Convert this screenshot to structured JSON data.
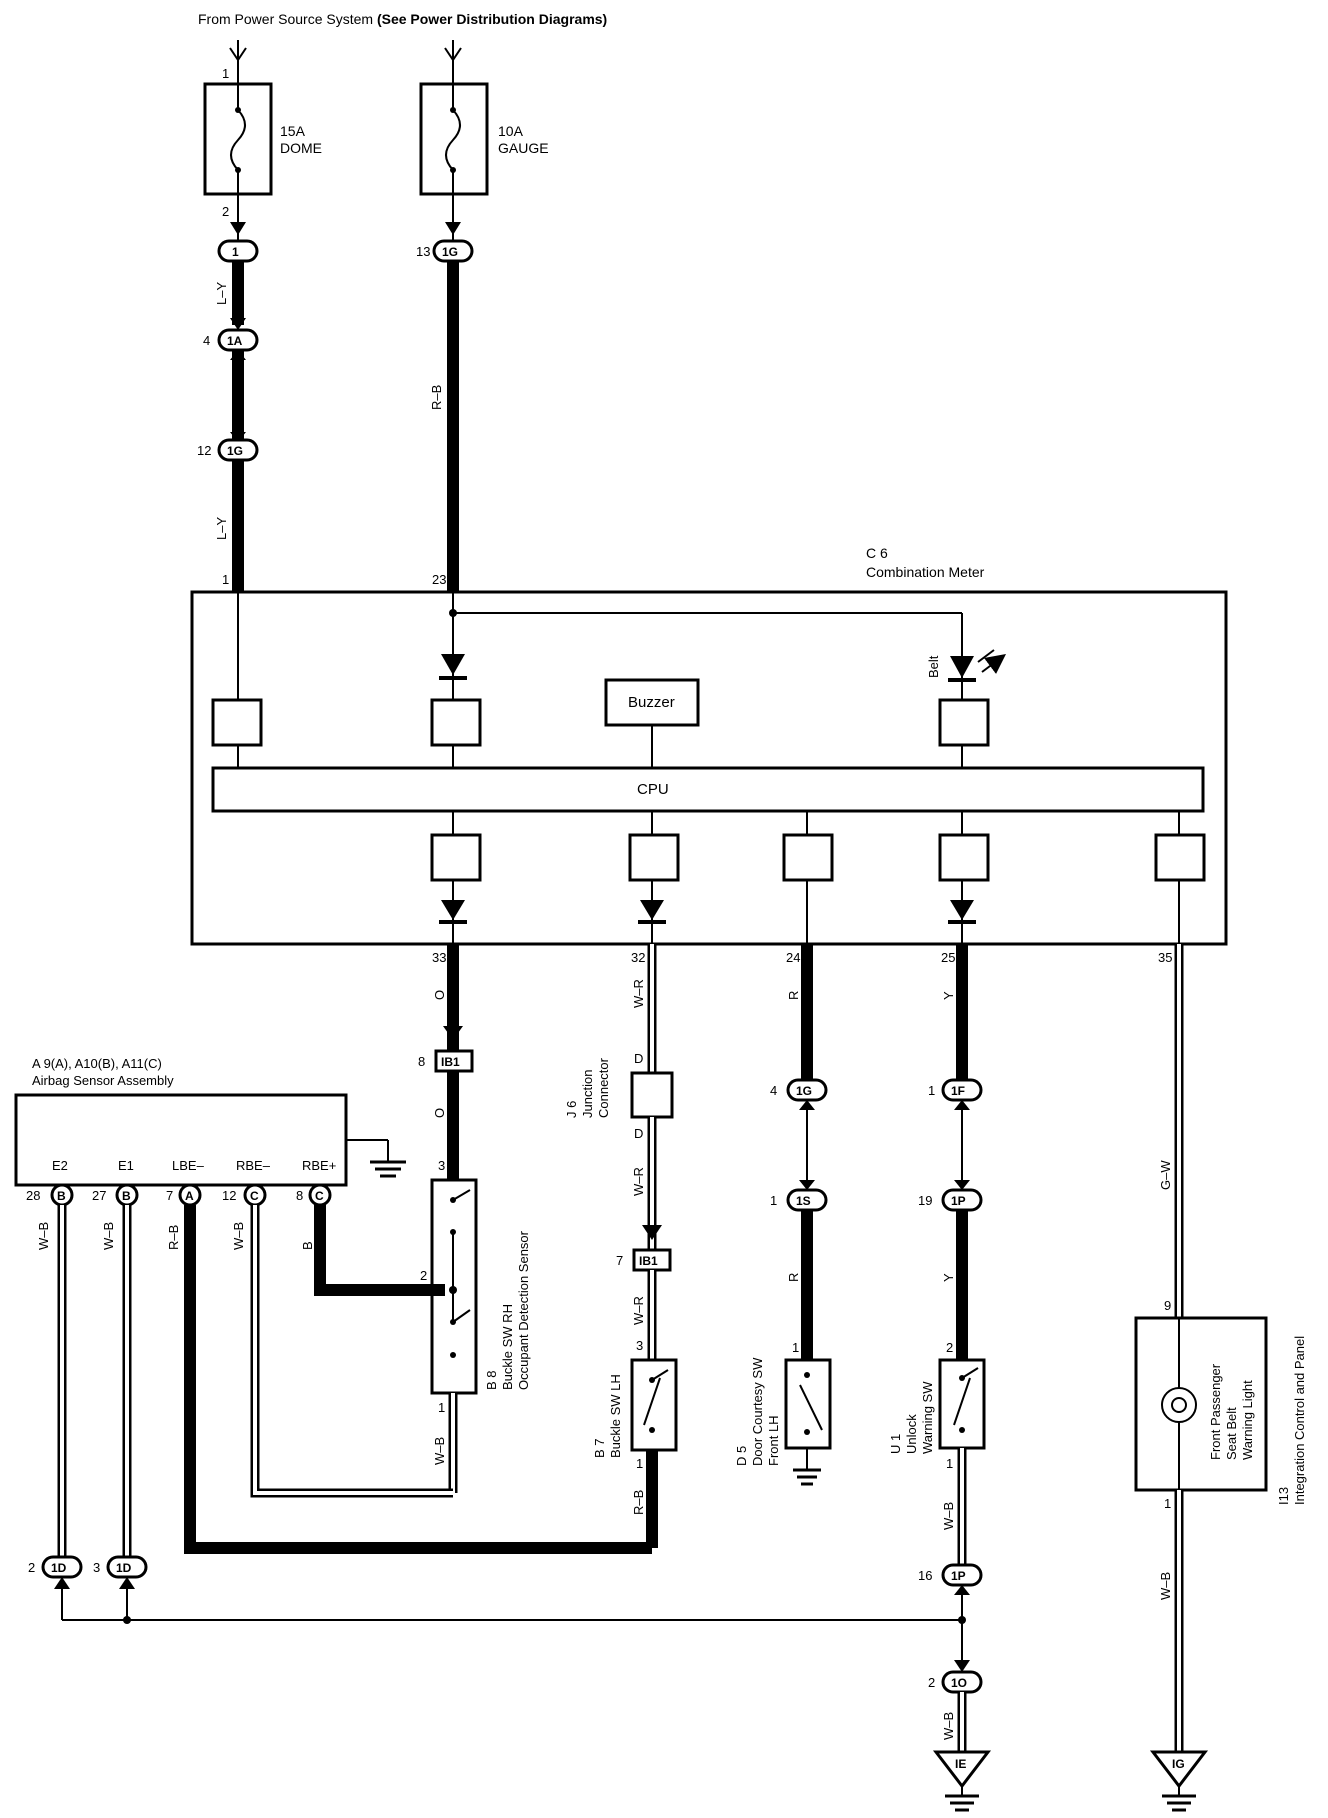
{
  "header": {
    "power_source": "From Power Source System",
    "power_source_note": "(See Power Distribution Diagrams)"
  },
  "fuses": [
    {
      "amps": "15A",
      "name": "DOME",
      "pin_in": "1",
      "pin_out": "2"
    },
    {
      "amps": "10A",
      "name": "GAUGE"
    }
  ],
  "connectors": {
    "c_1": "1",
    "c_1a": "1A",
    "c_1g": "1G",
    "c_1g_b": "1G",
    "c_1g_c": "1G",
    "c_ib1": "IB1",
    "c_ib1_b": "IB1",
    "c_1s": "1S",
    "c_1f": "1F",
    "c_1p": "1P",
    "c_1p_b": "1P",
    "c_1d": "1D",
    "c_1d_b": "1D",
    "c_1o": "1O",
    "c_b": "B",
    "c_b2": "B",
    "c_a": "A",
    "c_c": "C",
    "c_c2": "C"
  },
  "pins": {
    "p4": "4",
    "p12": "12",
    "p13": "13",
    "p1_meter": "1",
    "p23": "23",
    "p33": "33",
    "p32": "32",
    "p24": "24",
    "p25": "25",
    "p35": "35",
    "p8_ib1": "8",
    "p3_b8": "3",
    "p2_b8": "2",
    "p1_b8": "1",
    "p7_ib1": "7",
    "p3_b7": "3",
    "p1_b7": "1",
    "p4_1g": "4",
    "p1_1s": "1",
    "p1_d5": "1",
    "p1_1f": "1",
    "p19": "19",
    "p2_u1": "2",
    "p1_u1": "1",
    "p16": "16",
    "p2_1o": "2",
    "p9": "9",
    "p1_i13": "1",
    "p28": "28",
    "p27": "27",
    "p7": "7",
    "p12_a": "12",
    "p8_a": "8",
    "p2_1d": "2",
    "p3_1d": "3"
  },
  "wires": {
    "ly1": "L–Y",
    "ly2": "L–Y",
    "rb": "R–B",
    "o1": "O",
    "o2": "O",
    "wr1": "W–R",
    "wr2": "W–R",
    "wr3": "W–R",
    "r1": "R",
    "r2": "R",
    "y1": "Y",
    "y2": "Y",
    "gw": "G–W",
    "wb1": "W–B",
    "wb2": "W–B",
    "wb3": "W–B",
    "wb4": "W–B",
    "wb5": "W–B",
    "wb6": "W–B",
    "rb2": "R–B",
    "rb3": "R–B",
    "b": "B"
  },
  "meter": {
    "code": "C 6",
    "name": "Combination Meter",
    "buzzer": "Buzzer",
    "cpu": "CPU",
    "belt": "Belt"
  },
  "airbag": {
    "code": "A 9(A), A10(B), A11(C)",
    "name": "Airbag Sensor Assembly",
    "terms": [
      "E2",
      "E1",
      "LBE–",
      "RBE–",
      "RBE+"
    ]
  },
  "junction": {
    "code": "J 6",
    "line1": "Junction",
    "line2": "Connector",
    "d1": "D",
    "d2": "D"
  },
  "b8": {
    "code": "B 8",
    "line1": "Buckle SW RH",
    "line2": "Occupant Detection Sensor"
  },
  "b7": {
    "code": "B 7",
    "line1": "Buckle SW LH"
  },
  "d5": {
    "code": "D 5",
    "line1": "Door Courtesy SW",
    "line2": "Front LH"
  },
  "u1": {
    "code": "U 1",
    "line1": "Unlock",
    "line2": "Warning SW"
  },
  "i13": {
    "code": "I13",
    "name": "Integration Control and Panel",
    "light1": "Front Passenger",
    "light2": "Seat Belt",
    "light3": "Warning Light"
  },
  "grounds": {
    "ie": "IE",
    "ig": "IG"
  }
}
